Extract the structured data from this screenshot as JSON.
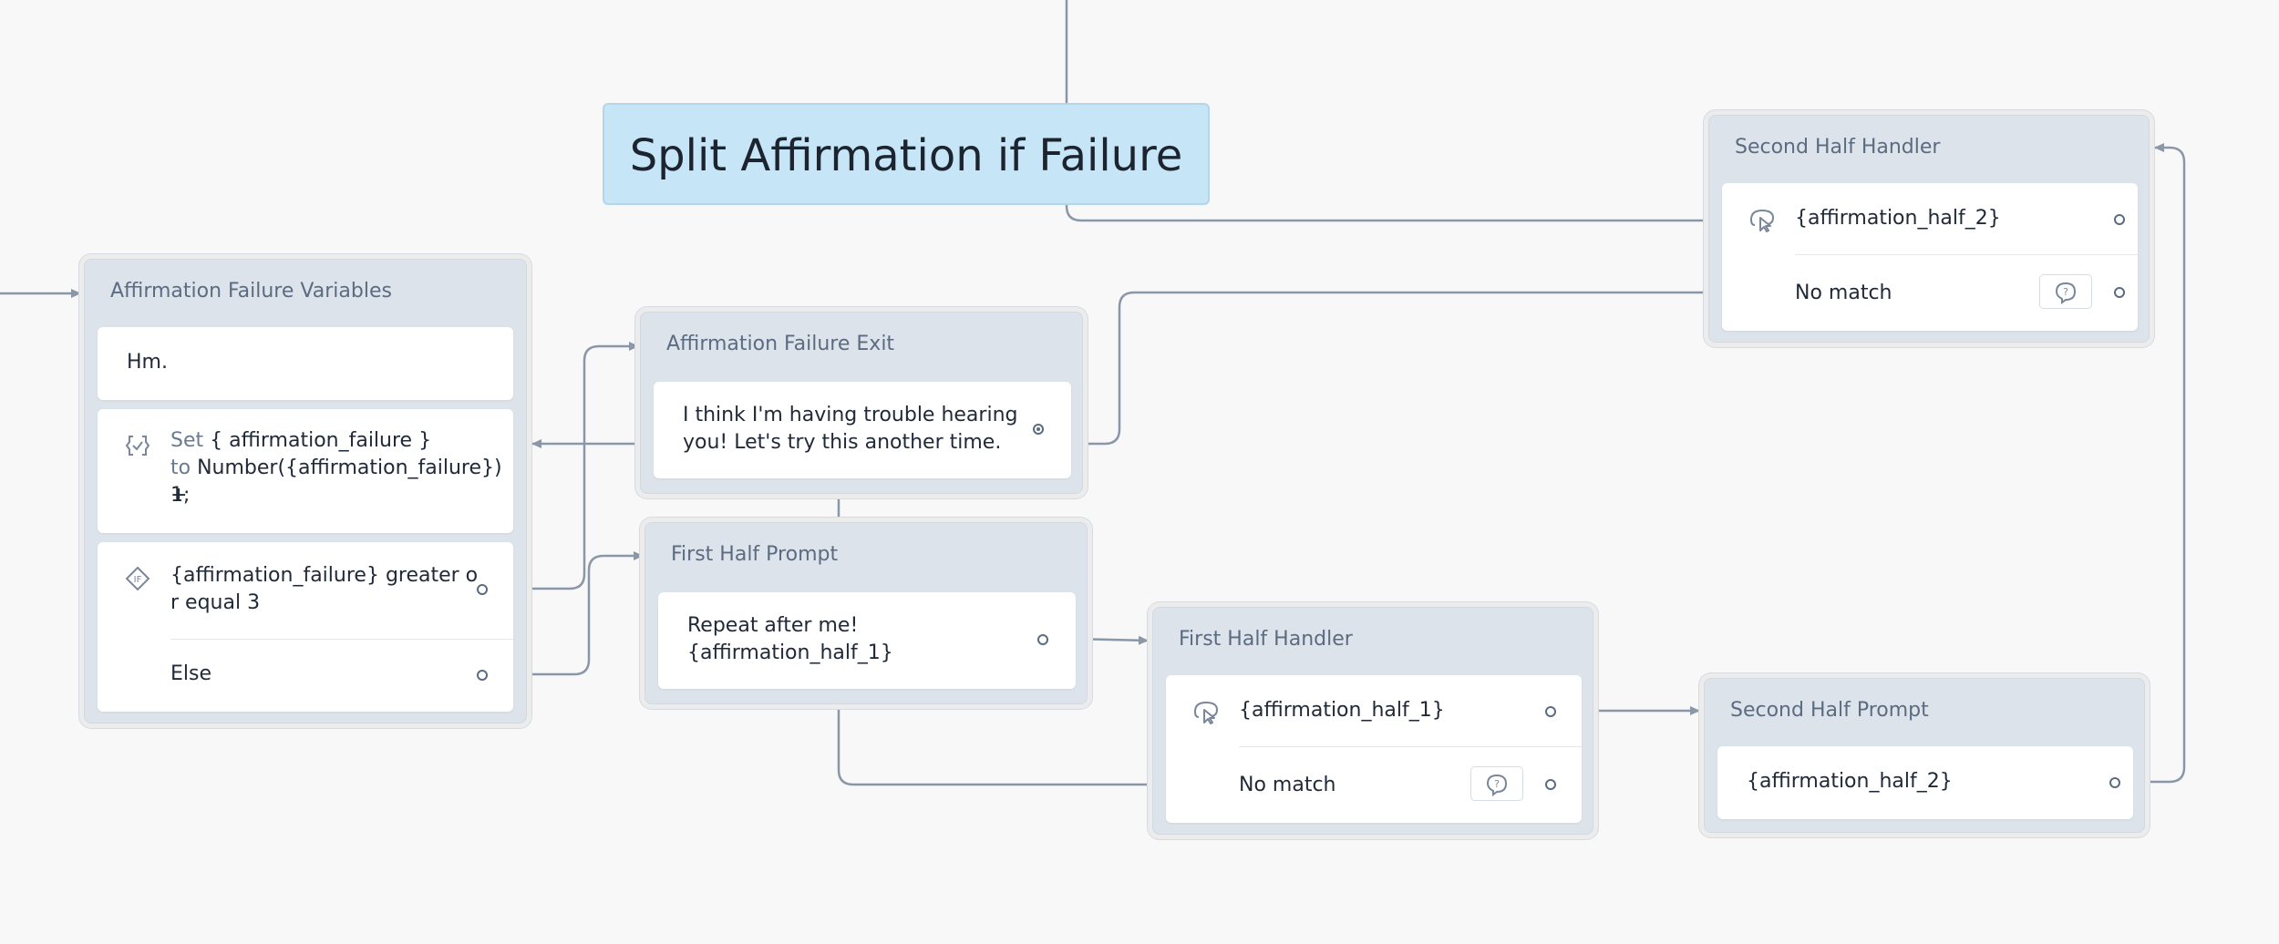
{
  "canvas": {
    "banner_text": "Split Affirmation if Failure"
  },
  "blocks": {
    "affirmation_failure_variables": {
      "title": "Affirmation Failure Variables",
      "speak_text": "Hm.",
      "set_prefix": "Set",
      "set_variable": "{ affirmation_failure }",
      "set_to": "to",
      "set_expr_line1": "Number({affirmation_failure}) +",
      "set_expr_line2": "1;",
      "if_condition_line1": "{affirmation_failure} greater o",
      "if_condition_line2": "r equal 3",
      "else_label": "Else"
    },
    "affirmation_failure_exit": {
      "title": "Affirmation Failure Exit",
      "speak_line1": "I think I'm having trouble hearing",
      "speak_line2": "you! Let's try this another time."
    },
    "first_half_prompt": {
      "title": "First Half Prompt",
      "speak_line1": "Repeat after me!",
      "speak_line2": "{affirmation_half_1}"
    },
    "first_half_handler": {
      "title": "First Half Handler",
      "intent": "{affirmation_half_1}",
      "no_match": "No match"
    },
    "second_half_prompt": {
      "title": "Second Half Prompt",
      "speak": "{affirmation_half_2}"
    },
    "second_half_handler": {
      "title": "Second Half Handler",
      "intent": "{affirmation_half_2}",
      "no_match": "No match"
    }
  },
  "icons": {
    "set": "set-variable-icon",
    "if": "if-condition-icon",
    "capture": "capture-intent-icon",
    "help": "help-question-icon"
  },
  "colors": {
    "canvas_bg": "#f8f8f8",
    "block_bg": "#dde3ea",
    "banner_bg": "#c6e5f6",
    "link": "#8a97a8",
    "title": "#5b6b82"
  }
}
